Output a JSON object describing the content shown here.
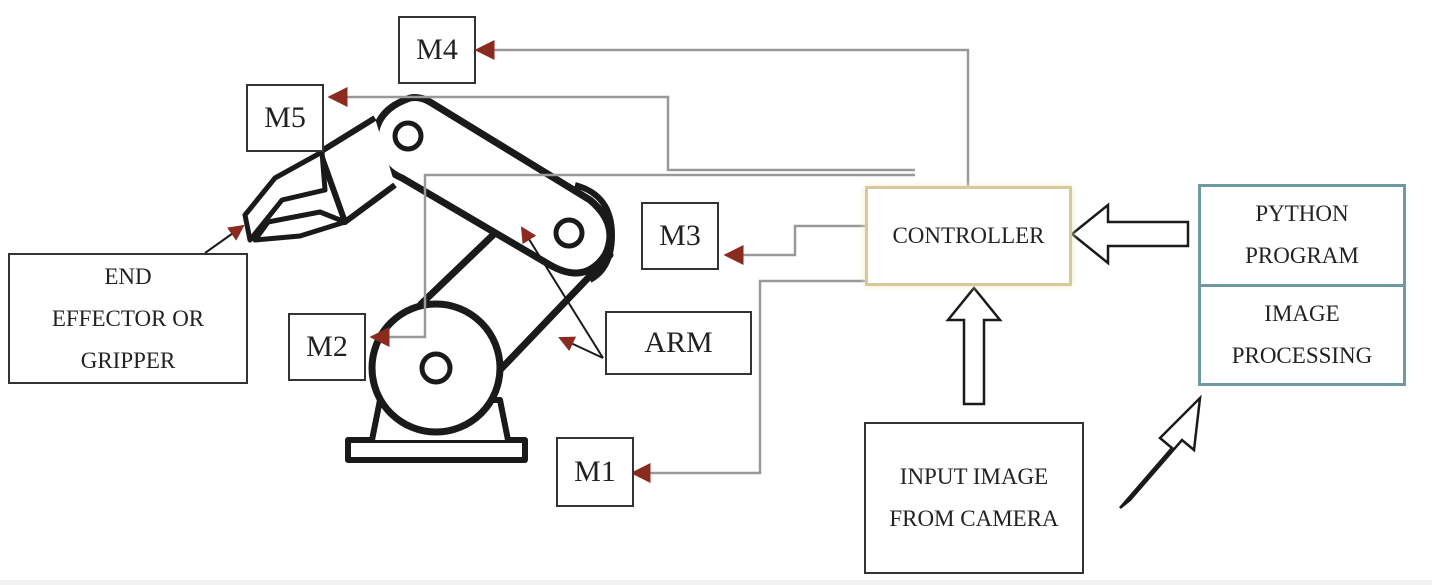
{
  "motors": {
    "m1": "M1",
    "m2": "M2",
    "m3": "M3",
    "m4": "M4",
    "m5": "M5"
  },
  "arm_label": "ARM",
  "end_effector": {
    "line1": "END",
    "line2": "EFFECTOR OR",
    "line3": "GRIPPER"
  },
  "controller_label": "CONTROLLER",
  "python_program": {
    "line1": "PYTHON",
    "line2": "PROGRAM"
  },
  "image_processing": {
    "line1": "IMAGE",
    "line2": "PROCESSING"
  },
  "camera_input": {
    "line1": "INPUT IMAGE",
    "line2": "FROM CAMERA"
  },
  "colors": {
    "wire": "#999999",
    "arrowhead": "#8b2a1e",
    "controller_border": "#d9c89a",
    "program_border": "#6e9aa0",
    "ink": "#222222"
  }
}
